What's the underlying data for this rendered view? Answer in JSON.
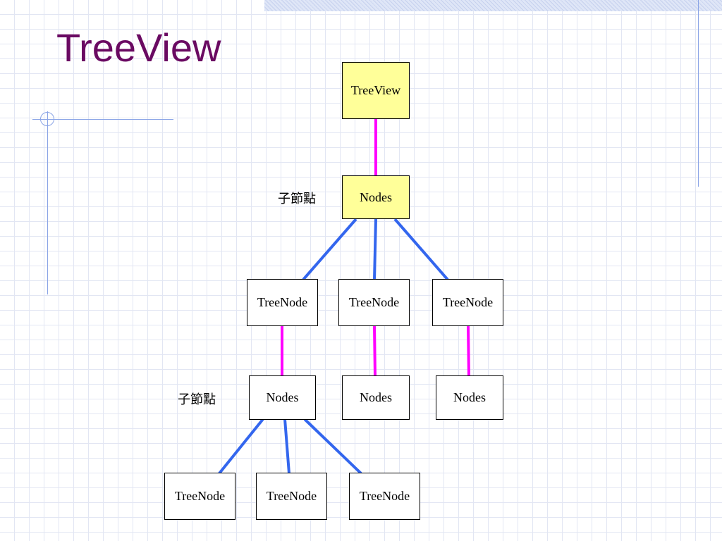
{
  "slide": {
    "title": "TreeView"
  },
  "diagram": {
    "root": {
      "label": "TreeView"
    },
    "level1_nodes": {
      "label": "Nodes",
      "side_label": "子節點"
    },
    "level2_treenodes": [
      {
        "label": "TreeNode"
      },
      {
        "label": "TreeNode"
      },
      {
        "label": "TreeNode"
      }
    ],
    "level3_nodes": [
      {
        "label": "Nodes",
        "side_label": "子節點"
      },
      {
        "label": "Nodes"
      },
      {
        "label": "Nodes"
      }
    ],
    "level4_treenodes": [
      {
        "label": "TreeNode"
      },
      {
        "label": "TreeNode"
      },
      {
        "label": "TreeNode"
      }
    ]
  },
  "colors": {
    "title": "#6a0a62",
    "highlight_fill": "#ffff99",
    "magenta_connector": "#ff00ff",
    "blue_connector": "#3366ee"
  }
}
